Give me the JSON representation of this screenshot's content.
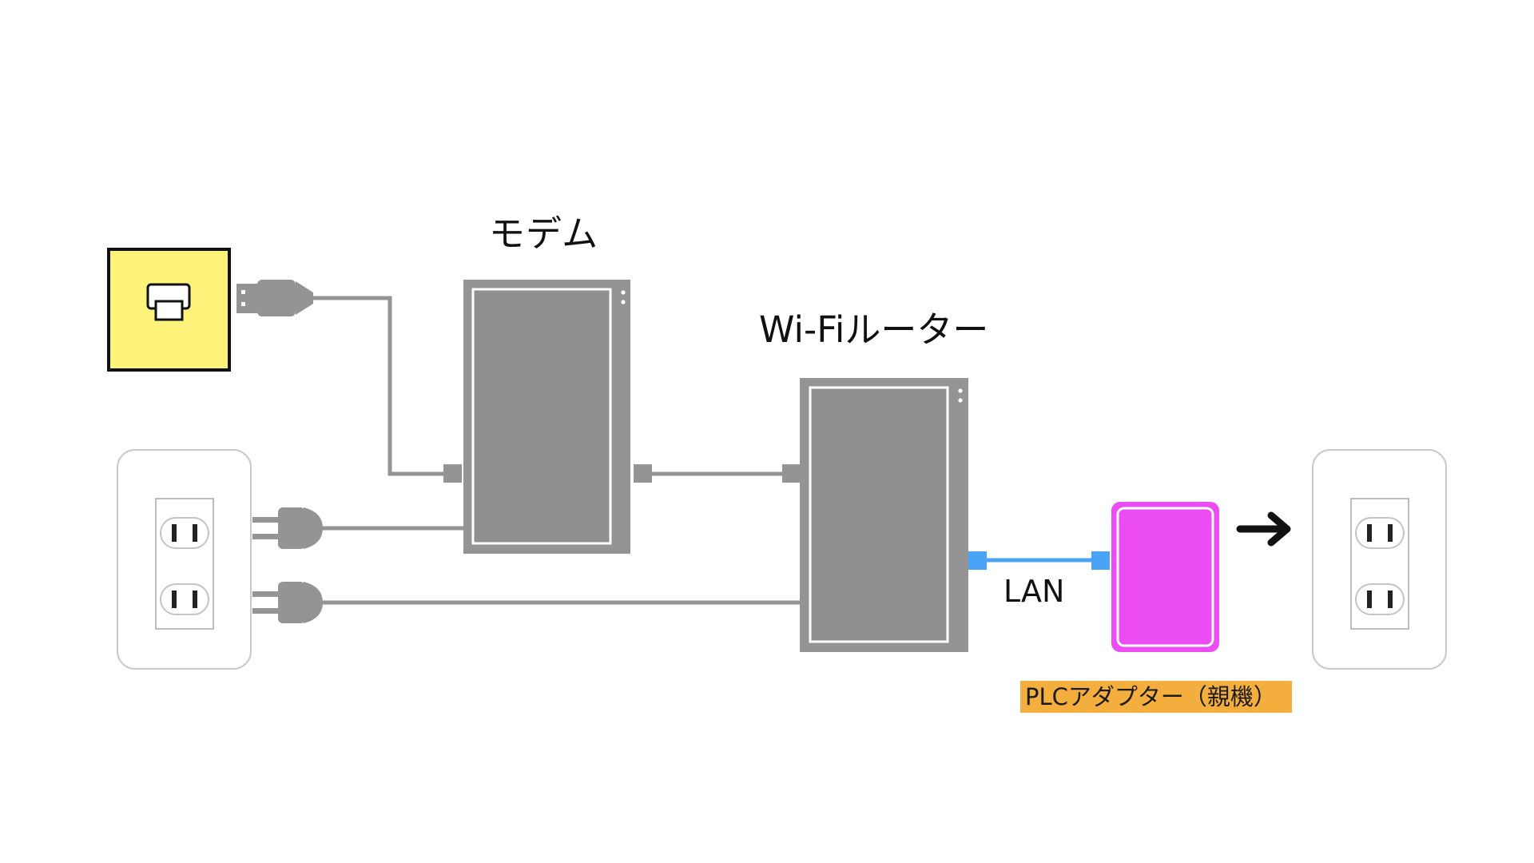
{
  "labels": {
    "modem": "モデム",
    "router": "Wi-Fiルーター",
    "lan": "LAN",
    "plc_adapter": "PLCアダプター（親機）"
  },
  "colors": {
    "background": "#ffffff",
    "device_body": "#949494",
    "device_inner": "#8f8f8f",
    "cable": "#949494",
    "lan_cable": "#4aa3f5",
    "plc_adapter": "#ec4cf3",
    "plc_label_bg": "#f3ae3d",
    "wall_jack": "#fdf27a",
    "outlet": "#ffffff",
    "outlet_border": "#c9c9c9",
    "arrow": "#111111"
  },
  "icons": {
    "wall_jack": "phone-jack-icon",
    "arrow": "right-arrow-icon"
  }
}
